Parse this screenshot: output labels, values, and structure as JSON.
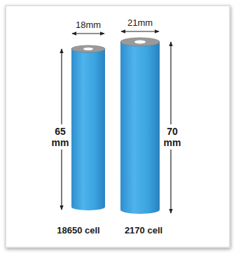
{
  "diagram": {
    "labels": [
      "18mm",
      "21mm",
      "65 mm",
      "70 mm",
      "18650 cell",
      "2170 cell"
    ]
  }
}
